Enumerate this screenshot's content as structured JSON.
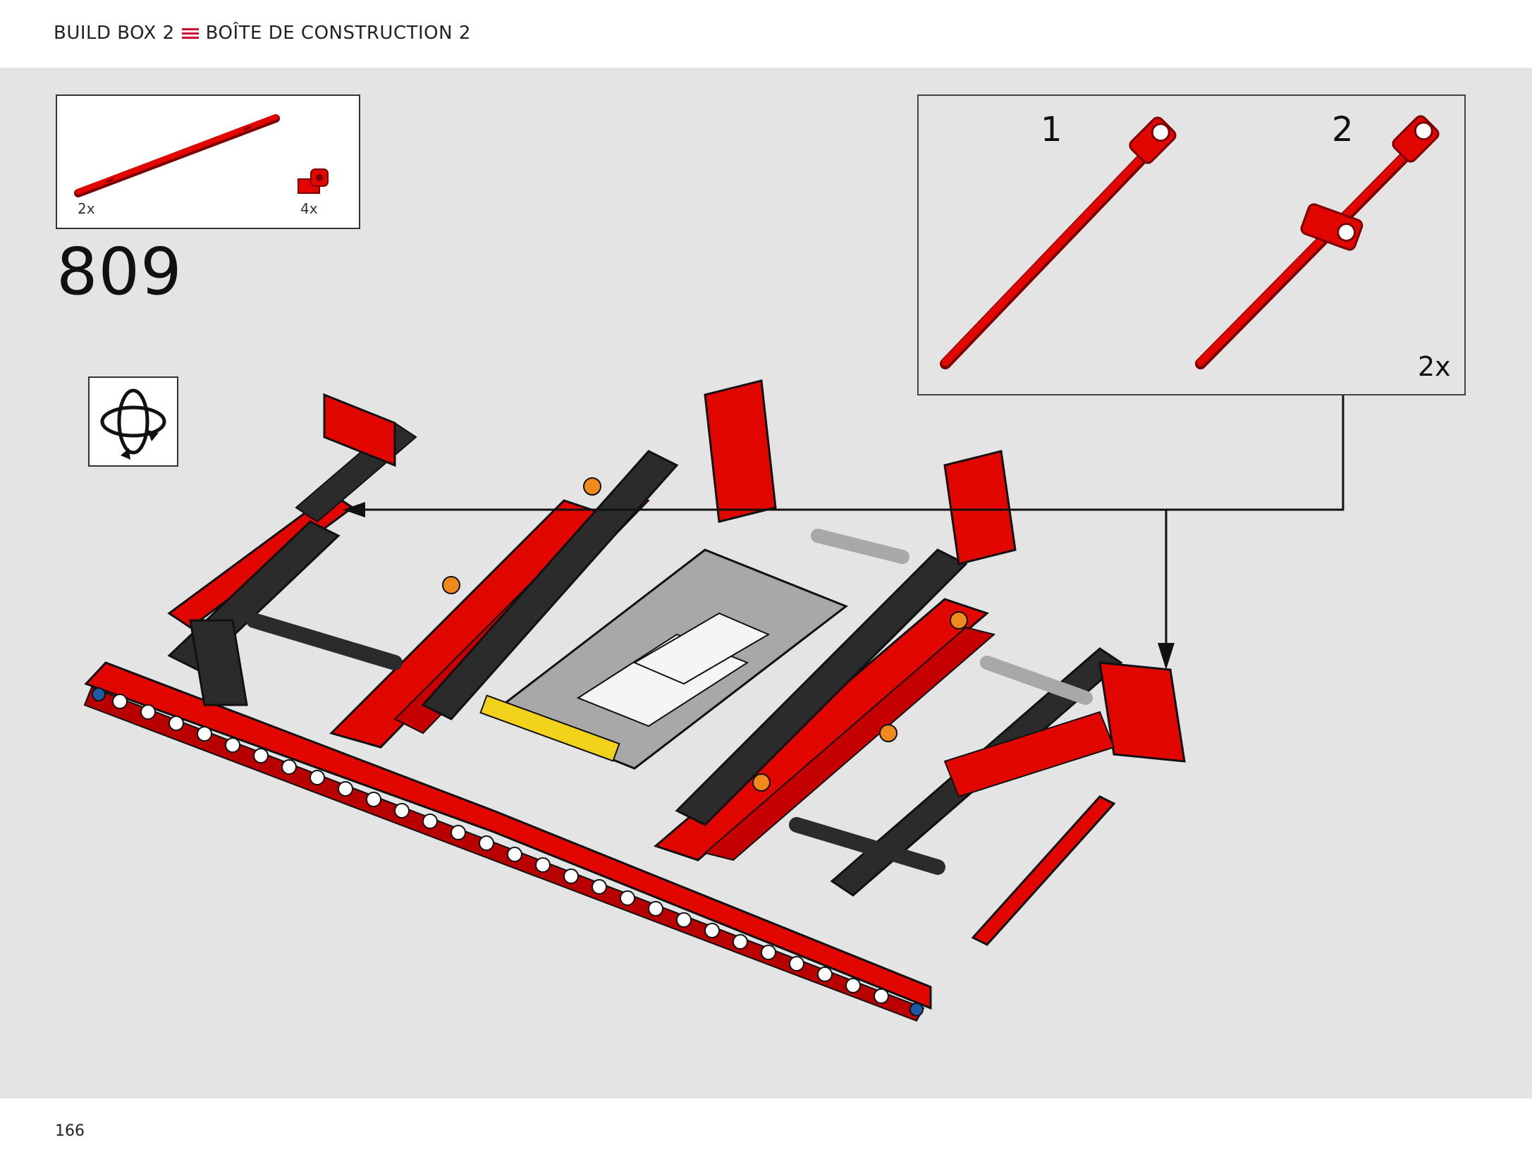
{
  "header": {
    "left_title": "BUILD BOX 2",
    "right_title": "BOÎTE DE CONSTRUCTION 2"
  },
  "parts_list": {
    "items": [
      {
        "name": "axle",
        "quantity": "2x"
      },
      {
        "name": "connector",
        "quantity": "4x"
      }
    ]
  },
  "step": {
    "number": "809"
  },
  "callout": {
    "sub_steps": [
      "1",
      "2"
    ],
    "quantity": "2x"
  },
  "footer": {
    "page_number": "166"
  },
  "colors": {
    "brick_red": "#e10600",
    "dark_gray": "#2b2b2b",
    "light_gray": "#a8a8a8",
    "accent_orange": "#f08a1c",
    "accent_yellow": "#f3d21b",
    "accent_blue": "#1f5aa6",
    "panel_bg": "#e4e4e4"
  }
}
